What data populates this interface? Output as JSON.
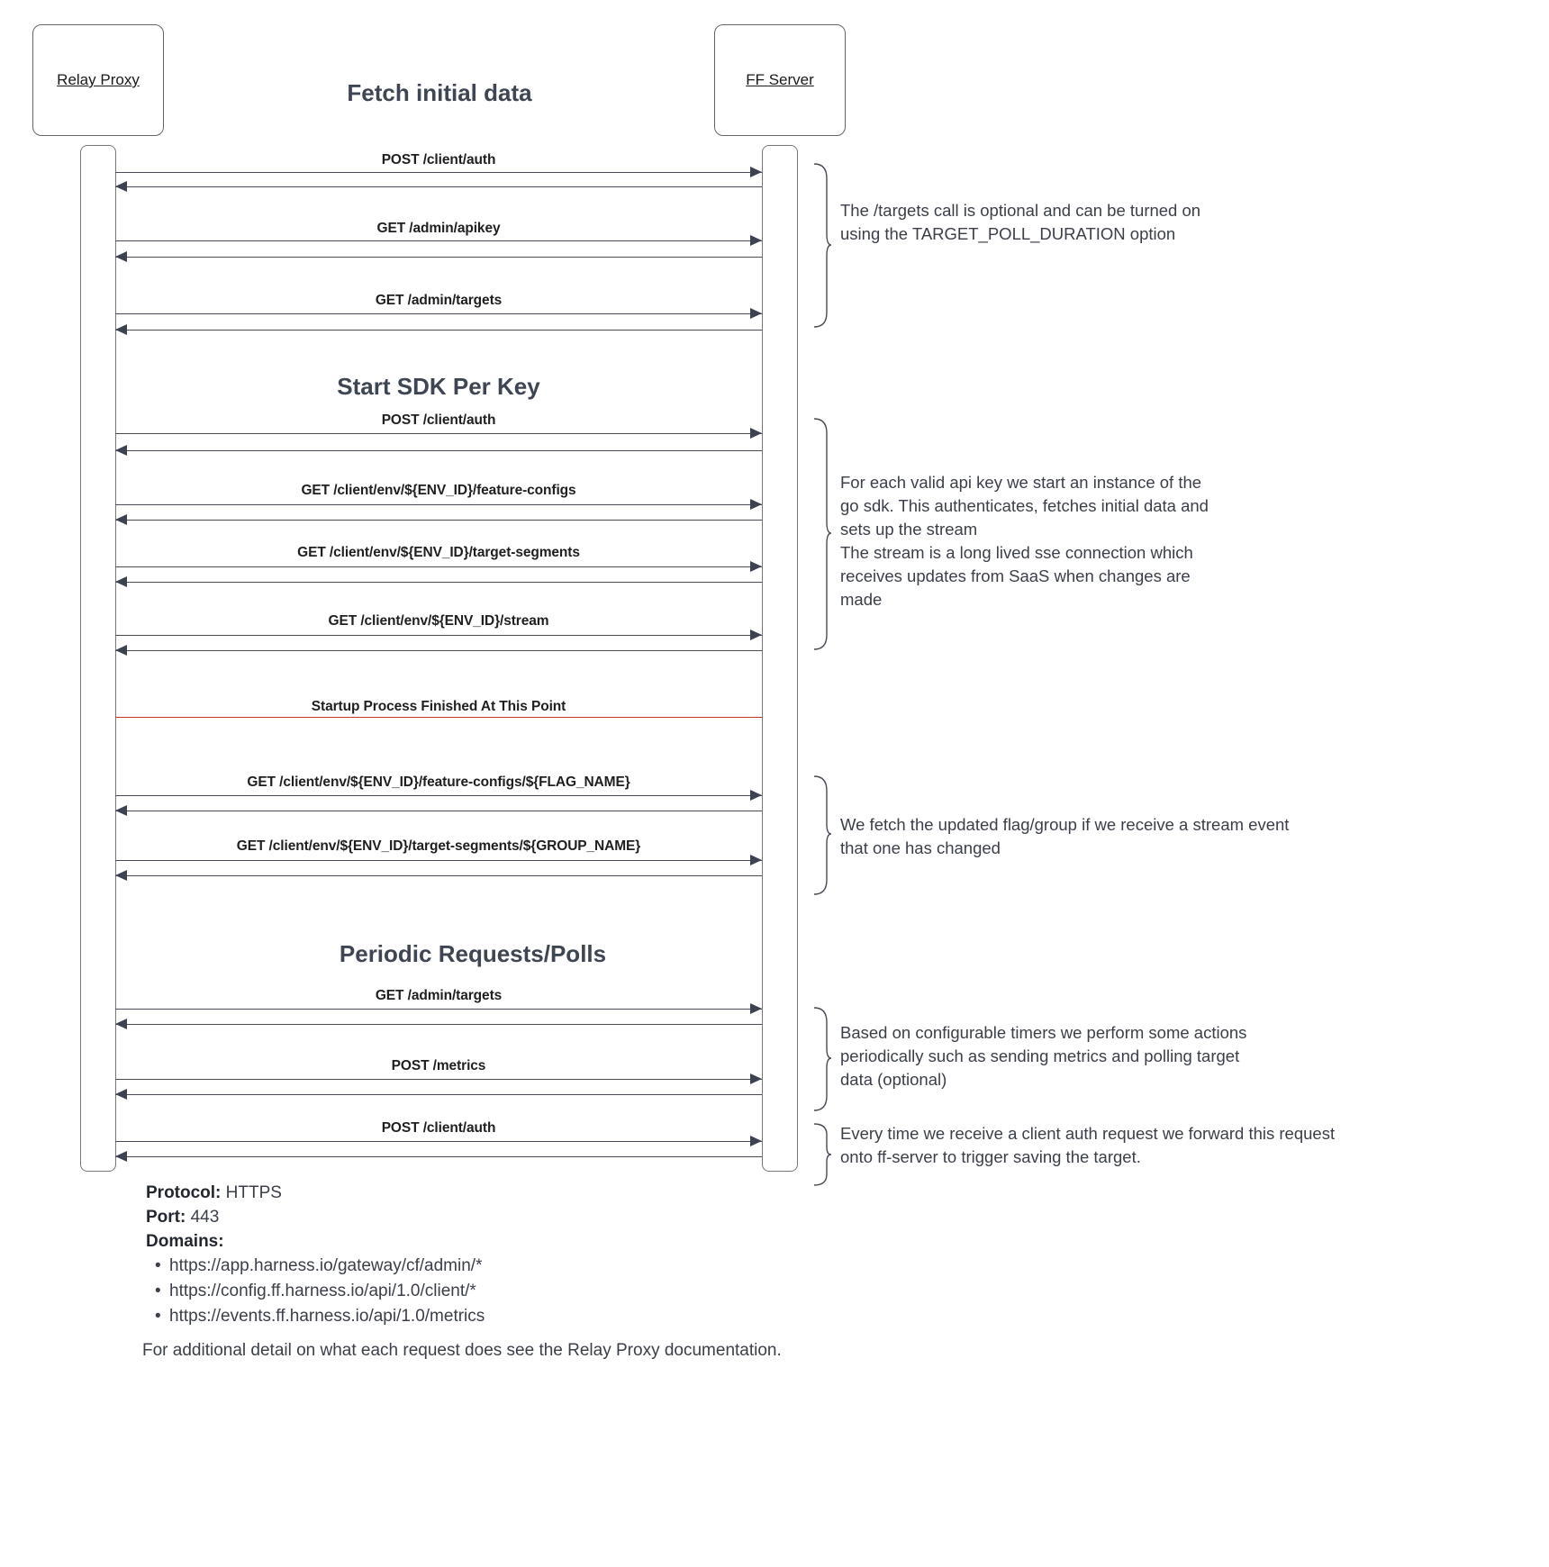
{
  "diagram": {
    "actors": [
      {
        "name": "relay-proxy",
        "label": "Relay Proxy"
      },
      {
        "name": "ff-server",
        "label": "FF Server"
      }
    ],
    "sections": [
      {
        "name": "fetch-initial-data",
        "title": "Fetch initial data"
      },
      {
        "name": "start-sdk-per-key",
        "title": "Start SDK Per Key"
      },
      {
        "name": "periodic-requests-polls",
        "title": "Periodic Requests/Polls"
      }
    ],
    "divider": {
      "label": "Startup Process Finished At This Point",
      "color": "#c0392b"
    },
    "messages": [
      {
        "id": "m1",
        "label": "POST /client/auth"
      },
      {
        "id": "m2",
        "label": "GET /admin/apikey"
      },
      {
        "id": "m3",
        "label": "GET /admin/targets"
      },
      {
        "id": "m4",
        "label": "POST /client/auth"
      },
      {
        "id": "m5",
        "label": "GET /client/env/${ENV_ID}/feature-configs"
      },
      {
        "id": "m6",
        "label": "GET /client/env/${ENV_ID}/target-segments"
      },
      {
        "id": "m7",
        "label": "GET /client/env/${ENV_ID}/stream"
      },
      {
        "id": "m8",
        "label": "GET /client/env/${ENV_ID}/feature-configs/${FLAG_NAME}"
      },
      {
        "id": "m9",
        "label": "GET /client/env/${ENV_ID}/target-segments/${GROUP_NAME}"
      },
      {
        "id": "m10",
        "label": "GET /admin/targets"
      },
      {
        "id": "m11",
        "label": "POST /metrics"
      },
      {
        "id": "m12",
        "label": "POST /client/auth"
      }
    ],
    "annotations": [
      {
        "id": "a1",
        "text": "The /targets call is optional and can be turned on using the TARGET_POLL_DURATION option"
      },
      {
        "id": "a2",
        "text": "For each valid api key we start an instance of the go sdk. This authenticates, fetches initial data and sets up the stream\nThe stream is a long lived sse connection which receives updates from SaaS when changes are made"
      },
      {
        "id": "a3",
        "text": "We fetch the updated flag/group if we receive a stream event that one has changed"
      },
      {
        "id": "a4",
        "text": "Based on configurable timers we perform some actions periodically such as sending metrics and polling target data (optional)"
      },
      {
        "id": "a5",
        "text": "Every time we receive a client auth request we forward this request onto ff-server to trigger saving the target."
      }
    ]
  },
  "footer": {
    "protocol_key": "Protocol:",
    "protocol_value": "HTTPS",
    "port_key": "Port:",
    "port_value": "443",
    "domains_key": "Domains:",
    "domains": [
      "https://app.harness.io/gateway/cf/admin/*",
      "https://config.ff.harness.io/api/1.0/client/*",
      "https://events.ff.harness.io/api/1.0/metrics"
    ],
    "footnote": "For additional detail on what each request does see the Relay Proxy documentation."
  }
}
